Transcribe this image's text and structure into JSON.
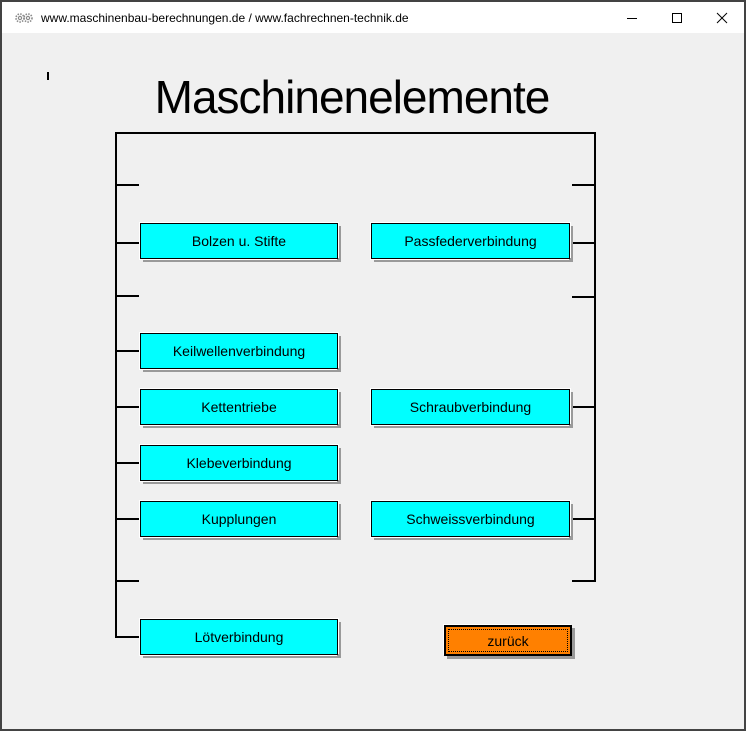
{
  "window": {
    "title": "www.maschinenbau-berechnungen.de / www.fachrechnen-technik.de",
    "controls": {
      "minimize": "minimize",
      "maximize": "maximize",
      "close": "close"
    }
  },
  "page": {
    "heading": "Maschinenelemente"
  },
  "buttons": {
    "left": [
      {
        "label": "Bolzen u. Stifte"
      },
      {
        "label": "Keilwellenverbindung"
      },
      {
        "label": "Kettentriebe"
      },
      {
        "label": "Klebeverbindung"
      },
      {
        "label": "Kupplungen"
      },
      {
        "label": "Lötverbindung"
      }
    ],
    "right": [
      {
        "label": "Passfederverbindung"
      },
      {
        "label": "Schraubverbindung"
      },
      {
        "label": "Schweissverbindung"
      }
    ],
    "back": {
      "label": "zurück"
    }
  },
  "colors": {
    "nav_button_bg": "#00ffff",
    "back_button_bg": "#ff8000",
    "client_bg": "#f0f0f0",
    "titlebar_bg": "#ffffff",
    "shadow": "#9a9a9a",
    "line": "#000000"
  }
}
